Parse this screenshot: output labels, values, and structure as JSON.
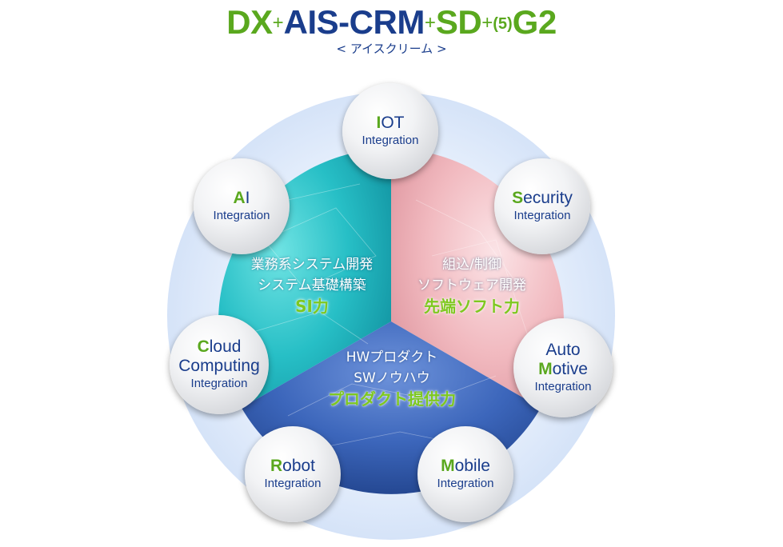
{
  "title": {
    "parts": [
      {
        "text": "DX",
        "style": "big",
        "color": "#5aa81e"
      },
      {
        "text": "+",
        "style": "plus",
        "color": "#5aa81e"
      },
      {
        "text": "AIS-CRM",
        "style": "big",
        "color": "#1a3d8c"
      },
      {
        "text": "+",
        "style": "plus",
        "color": "#5aa81e"
      },
      {
        "text": "SD",
        "style": "big",
        "color": "#5aa81e"
      },
      {
        "text": "+",
        "style": "plus",
        "color": "#5aa81e"
      },
      {
        "text": "(5)",
        "style": "small",
        "color": "#5aa81e"
      },
      {
        "text": "G2",
        "style": "big",
        "color": "#5aa81e"
      }
    ],
    "subtitle": "< アイスクリーム >"
  },
  "segments": {
    "si": {
      "line1": "業務系システム開発",
      "line2": "システム基礎構築",
      "strong": "SI力",
      "color": "#2ec4c4"
    },
    "software": {
      "line1": "組込/制御",
      "line2": "ソフトウェア開発",
      "strong": "先端ソフト力",
      "color": "#f0b4ba"
    },
    "product": {
      "line1": "HWプロダクト",
      "line2": "SWノウハウ",
      "strong": "プロダクト提供力",
      "color": "#3562b8"
    }
  },
  "nodes": [
    {
      "key": "iot",
      "first": "I",
      "rest": "OT",
      "sub": "Integration"
    },
    {
      "key": "security",
      "first": "S",
      "rest": "ecurity",
      "sub": "Integration"
    },
    {
      "key": "automotive",
      "first": "",
      "rest": "Auto",
      "first2": "M",
      "rest2": "otive",
      "sub": "Integration"
    },
    {
      "key": "mobile",
      "first": "M",
      "rest": "obile",
      "sub": "Integration"
    },
    {
      "key": "robot",
      "first": "R",
      "rest": "obot",
      "sub": "Integration"
    },
    {
      "key": "cloud",
      "first": "C",
      "rest": "loud",
      "line2": "Computing",
      "sub": "Integration"
    },
    {
      "key": "ai",
      "first": "A",
      "rest": "I",
      "sub": "Integration"
    }
  ],
  "colors": {
    "green": "#5aa81e",
    "navy": "#1a3d8c",
    "halo": "#dde9fb"
  }
}
